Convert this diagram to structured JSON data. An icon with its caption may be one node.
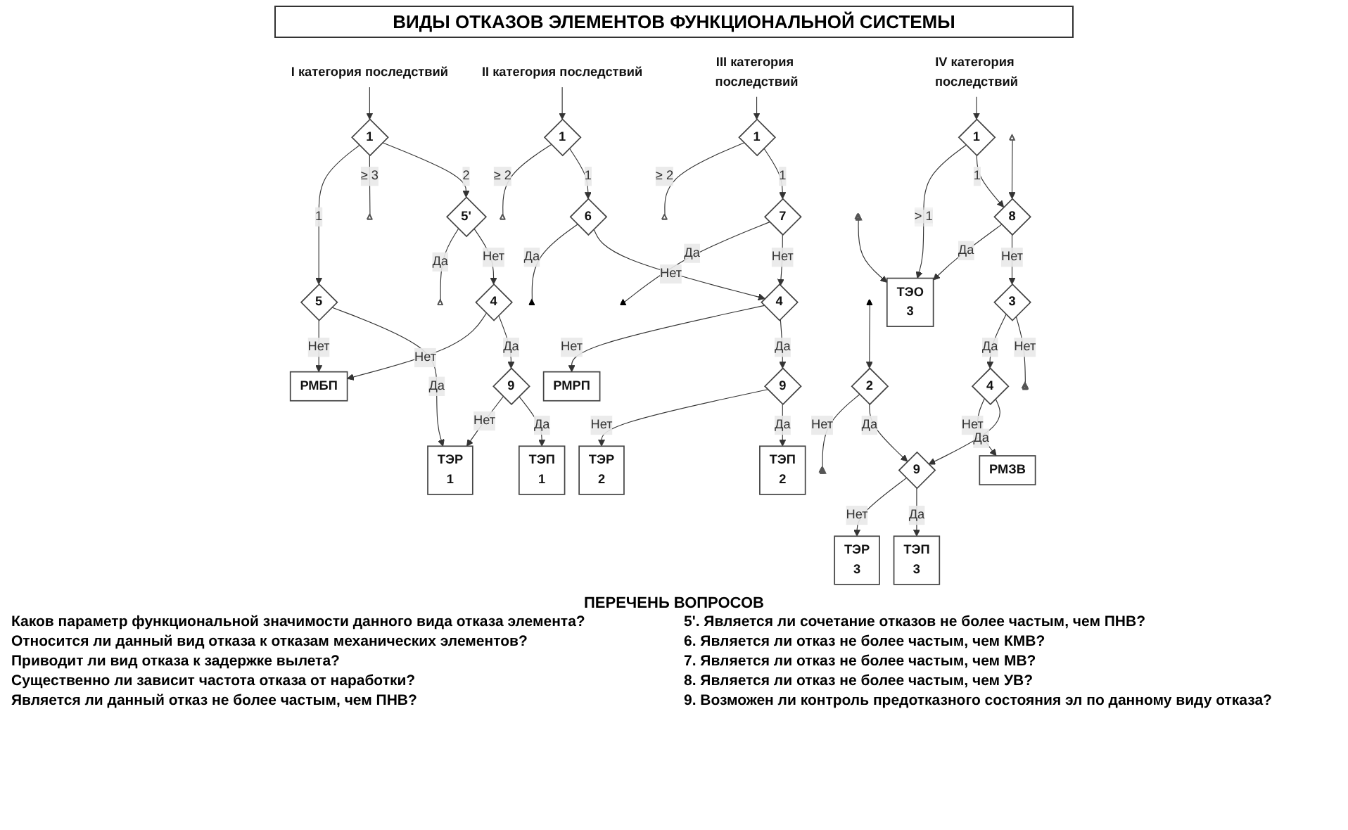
{
  "diagram": {
    "title": "ВИДЫ ОТКАЗОВ ЭЛЕМЕНТОВ ФУНКЦИОНАЛЬНОЙ СИСТЕМЫ",
    "nodes": [
      {
        "text": [
          "I категория последствий"
        ]
      },
      {
        "text": [
          "1"
        ]
      },
      {
        "text": [],
        "shape": "triangle"
      },
      {
        "text": [
          "5"
        ]
      },
      {
        "text": [
          "5'"
        ]
      },
      {
        "text": [],
        "shape": "triangle"
      },
      {
        "text": [
          "4"
        ]
      },
      {
        "text": [
          "РМБП"
        ]
      },
      {
        "text": [
          "9"
        ]
      },
      {
        "text": [
          "ТЭР",
          "1"
        ]
      },
      {
        "text": [
          "ТЭП",
          "1"
        ]
      },
      {
        "text": [
          "II категория последствий"
        ]
      },
      {
        "text": [
          "1"
        ]
      },
      {
        "text": [],
        "shape": "triangle"
      },
      {
        "text": [
          "6"
        ]
      },
      {
        "text": [],
        "shape": "arrowhead"
      },
      {
        "text": [
          "III категория последствий"
        ]
      },
      {
        "text": [
          "1"
        ]
      },
      {
        "text": [],
        "shape": "triangle"
      },
      {
        "text": [
          "7"
        ]
      },
      {
        "text": [],
        "shape": "arrowhead"
      },
      {
        "text": [
          "4"
        ]
      },
      {
        "text": [
          "РМРП"
        ]
      },
      {
        "text": [
          "9"
        ]
      },
      {
        "text": [
          "ТЭР",
          "2"
        ]
      },
      {
        "text": [
          "ТЭП",
          "2"
        ]
      },
      {
        "text": [
          "IV категория последствий"
        ]
      },
      {
        "text": [],
        "shape": "arrowhead"
      },
      {
        "text": [
          "2"
        ]
      },
      {
        "text": [],
        "shape": "triangles"
      },
      {
        "text": [
          "1"
        ]
      },
      {
        "text": [
          "3"
        ]
      },
      {
        "text": [],
        "shape": "triangle"
      },
      {
        "text": [
          "8"
        ]
      },
      {
        "text": [],
        "shape": "triangles"
      },
      {
        "text": [
          "4"
        ]
      },
      {
        "text": [],
        "shape": "triangles"
      },
      {
        "text": [
          "9"
        ]
      },
      {
        "text": [
          "РМЗВ"
        ]
      },
      {
        "text": [
          "ТЭР",
          "3"
        ]
      },
      {
        "text": [
          "ТЭП",
          "3"
        ]
      },
      {
        "text": [
          "ТЭО",
          "3"
        ]
      }
    ],
    "edges": [
      {
        "from": 0,
        "to": 1,
        "arrow": "to"
      },
      {
        "from": 1,
        "to": 3,
        "arrow": "to",
        "label": "1"
      },
      {
        "from": 1,
        "to": 2,
        "arrow": "none",
        "label": "≥ 3"
      },
      {
        "from": 1,
        "to": 4,
        "arrow": "to",
        "label": "2"
      },
      {
        "from": 3,
        "to": 7,
        "arrow": "to",
        "label": "Нет"
      },
      {
        "from": 3,
        "to": 9,
        "arrow": "to",
        "label": "Да"
      },
      {
        "from": 4,
        "to": 5,
        "arrow": "none",
        "label": "Да"
      },
      {
        "from": 4,
        "to": 6,
        "arrow": "to",
        "label": "Нет"
      },
      {
        "from": 6,
        "to": 7,
        "arrow": "to",
        "label": "Нет"
      },
      {
        "from": 6,
        "to": 8,
        "arrow": "to",
        "label": "Да"
      },
      {
        "from": 8,
        "to": 9,
        "arrow": "to",
        "label": "Нет"
      },
      {
        "from": 8,
        "to": 10,
        "arrow": "to",
        "label": "Да"
      },
      {
        "from": 11,
        "to": 12,
        "arrow": "to"
      },
      {
        "from": 12,
        "to": 13,
        "arrow": "none",
        "label": "≥ 2"
      },
      {
        "from": 12,
        "to": 14,
        "arrow": "to",
        "label": "1"
      },
      {
        "from": 14,
        "to": 15,
        "arrow": "none",
        "label": "Да"
      },
      {
        "from": 14,
        "to": 21,
        "arrow": "to",
        "label": "Нет"
      },
      {
        "from": 16,
        "to": 17,
        "arrow": "to"
      },
      {
        "from": 17,
        "to": 18,
        "arrow": "none",
        "label": "≥ 2"
      },
      {
        "from": 17,
        "to": 19,
        "arrow": "to",
        "label": "1"
      },
      {
        "from": 19,
        "to": 20,
        "arrow": "none",
        "label": "Да"
      },
      {
        "from": 19,
        "to": 21,
        "arrow": "to",
        "label": "Нет"
      },
      {
        "from": 21,
        "to": 22,
        "arrow": "to",
        "label": "Нет"
      },
      {
        "from": 21,
        "to": 23,
        "arrow": "to",
        "label": "Да"
      },
      {
        "from": 23,
        "to": 24,
        "arrow": "to",
        "label": "Нет"
      },
      {
        "from": 23,
        "to": 25,
        "arrow": "to",
        "label": "Да"
      },
      {
        "from": 27,
        "to": 28,
        "arrow": "to"
      },
      {
        "from": 28,
        "to": 29,
        "arrow": "none",
        "label": "Нет"
      },
      {
        "from": 28,
        "to": 37,
        "arrow": "to",
        "label": "Да"
      },
      {
        "from": 26,
        "to": 30,
        "arrow": "to"
      },
      {
        "from": 30,
        "to": 41,
        "arrow": "to",
        "label": "> 1"
      },
      {
        "from": 30,
        "to": 33,
        "arrow": "to",
        "label": "1"
      },
      {
        "from": 32,
        "to": 33,
        "arrow": "to"
      },
      {
        "from": 33,
        "to": 41,
        "arrow": "to",
        "label": "Да"
      },
      {
        "from": 33,
        "to": 31,
        "arrow": "to",
        "label": "Нет"
      },
      {
        "from": 34,
        "to": 41,
        "arrow": "to"
      },
      {
        "from": 31,
        "to": 35,
        "arrow": "to",
        "label": "Да"
      },
      {
        "from": 31,
        "to": 36,
        "arrow": "none",
        "label": "Нет"
      },
      {
        "from": 35,
        "to": 38,
        "arrow": "to",
        "label": "Нет"
      },
      {
        "from": 35,
        "to": 37,
        "arrow": "to",
        "label": "Да"
      },
      {
        "from": 37,
        "to": 39,
        "arrow": "to",
        "label": "Нет"
      },
      {
        "from": 37,
        "to": 40,
        "arrow": "to",
        "label": "Да"
      }
    ],
    "labels": [
      "ПЕРЕЧЕНЬ ВОПРОСОВ",
      "Каков параметр функциональной значимости данного вида отказа элемента?",
      "Относится ли данный вид отказа к отказам механических элементов?",
      "Приводит ли вид отказа к задержке вылета?",
      "Существенно ли зависит частота отказа от наработки?",
      "Является ли данный отказ не более частым, чем ПНВ?",
      "5'. Является ли сочетание отказов не более частым, чем ПНВ?",
      "6. Является ли отказ не более частым, чем КМВ?",
      "7. Является ли отказ не более частым, чем МВ?",
      "8. Является ли отказ не более частым, чем УВ?",
      "9. Возможен ли контроль предотказного состояния эл по данному виду отказа?"
    ]
  }
}
